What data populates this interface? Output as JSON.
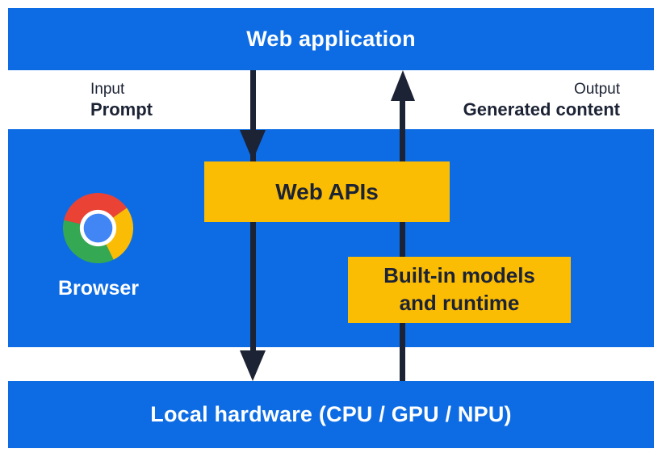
{
  "bars": {
    "web_application": "Web application",
    "local_hardware": "Local hardware (CPU / GPU / NPU)"
  },
  "io": {
    "input_label": "Input",
    "input_value": "Prompt",
    "output_label": "Output",
    "output_value": "Generated content"
  },
  "browser": {
    "label": "Browser",
    "icon": "chrome-logo-icon"
  },
  "boxes": {
    "web_apis": "Web APIs",
    "builtin_line1": "Built-in models",
    "builtin_line2": "and runtime"
  },
  "arrows": {
    "down": "web-application to web-apis to local-hardware (input/prompt flow)",
    "up": "local-hardware through built-in-models to web-application (output/generated-content flow)"
  },
  "colors": {
    "blue": "#0d6ce4",
    "yellow": "#fbbc04",
    "navy": "#1c2335",
    "white": "#ffffff",
    "chrome_red": "#ea4335",
    "chrome_yellow": "#fbbc05",
    "chrome_green": "#34a853",
    "chrome_blue": "#4285f4"
  }
}
